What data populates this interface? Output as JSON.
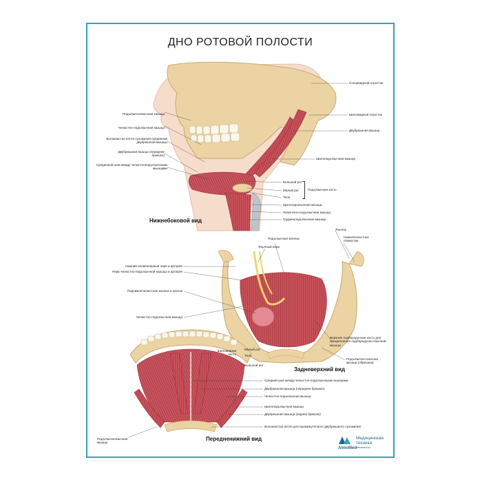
{
  "title": "ДНО РОТОВОЙ ПОЛОСТИ",
  "views": {
    "lateral": "Нижнебоковой вид",
    "posterior": "Задневерхний вид",
    "anterior": "Передненижний вид"
  },
  "labels_lateral_left": [
    "Подъязычноязычная мышца",
    "Челюстно-подъязычная мышца",
    "Волокнистая петля сухожилия срединной двубрюшной мышцы",
    "Двубрюшная мышца (переднее брюшко)",
    "Срединный шов между челюстноподъязычными мышцами"
  ],
  "labels_lateral_right": [
    "Сосцевидный отросток",
    "Шиловидный отросток",
    "Двубрюшная мышца",
    "Шилоподъязычная мышца",
    "Щитоподъязычная мышца",
    "Лопаточно-подъязычная мышца",
    "Грудиноподъязычная мышца"
  ],
  "hyoid_lateral": {
    "parts": [
      "Большой рог",
      "Малый рог",
      "Тело"
    ],
    "bone": "Подъязычная кость"
  },
  "labels_posterior_top": [
    "Подъязычная железа",
    "Язычный нерв"
  ],
  "labels_posterior_left": [
    "Нижний альвеолярный нерв и артерия",
    "Нерв челюстно-подъязычной мышцы и артерия",
    "Поднижнечелюстная железа и проток",
    "Челюстно-подъязычная мышца"
  ],
  "labels_posterior_right": [
    "Язычок",
    "Нижнечелюстное отверстие",
    "Верхние подбородочная кость для прикрепления подбородочно-язычной мышцы",
    "Подъязычно-язычная мышца (обрезана)"
  ],
  "hyoid_posterior": {
    "styloid": "Шиловидная кость",
    "parts": [
      "Малый рог",
      "Тело",
      "Большой рог"
    ]
  },
  "labels_anterior_right": [
    "Средний шов между челюстно-подъязычными мышцами",
    "Двубрюшная мышца (переднее брюшко)",
    "Челюстно-подъязычная мышца",
    "Шилоподъязычная мышца",
    "Двубрюшная мышца (заднее брюшко)",
    "Волокнистая петля для промежуточного двубрюшного сухожилия"
  ],
  "label_anterior_left": "Подъязычноязычная мышца",
  "logo": {
    "brand": "AlmoMed",
    "name_line1": "Медицинская",
    "name_line2": "техника",
    "site": "almomed.su"
  },
  "colors": {
    "frame": "#2fa3b5",
    "bone": "#ecd3a3",
    "muscle": "#c9525a",
    "nerve": "#f0d36a",
    "gland": "#e48a96"
  }
}
